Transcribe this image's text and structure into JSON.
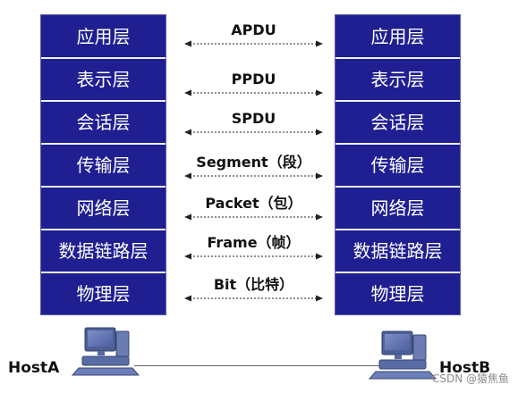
{
  "left_stack": {
    "layers": [
      "应用层",
      "表示层",
      "会话层",
      "传输层",
      "网络层",
      "数据链路层",
      "物理层"
    ]
  },
  "right_stack": {
    "layers": [
      "应用层",
      "表示层",
      "会话层",
      "传输层",
      "网络层",
      "数据链路层",
      "物理层"
    ]
  },
  "pdus": [
    "APDU",
    "PPDU",
    "SPDU",
    "Segment（段）",
    "Packet（包）",
    "Frame（帧）",
    "Bit（比特）"
  ],
  "hosts": {
    "left": "HostA",
    "right": "HostB"
  },
  "watermark": "CSDN @猿焦鱼",
  "colors": {
    "layer_fill": "#1f1f91",
    "layer_text": "#ffffff",
    "separator": "#f0f0f7",
    "arrow": "#222222"
  }
}
